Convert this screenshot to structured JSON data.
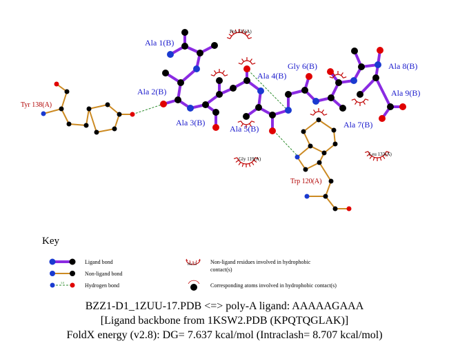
{
  "ligand_residues": [
    "Ala 1(B)",
    "Ala 2(B)",
    "Ala 3(B)",
    "Ala 4(B)",
    "Ala 5(B)",
    "Gly 6(B)",
    "Ala 7(B)",
    "Ala 8(B)",
    "Ala 9(B)"
  ],
  "contact_residues": [
    "Tyr 138(A)",
    "Trp 120(A)"
  ],
  "hydrophobic_residues": [
    "Pro 135(A)",
    "Gly 119(A)",
    "Leu 133(A)"
  ],
  "colors": {
    "ligand_bond": "#8a2be2",
    "non_ligand_bond": "#cc8a22",
    "hydrogen_bond": "#2a8a2a",
    "carbon": "#000000",
    "nitrogen": "#1a3ad0",
    "oxygen": "#e00000",
    "hydrophobic_arc": "#c00000"
  },
  "key": {
    "title": "Key",
    "ligand_bond": "Ligand bond",
    "non_ligand_bond": "Non-ligand bond",
    "hydrogen_bond": "Hydrogen bond",
    "hbond_length": "3.0",
    "example_residue": "His 53",
    "hydrophobic_residue_line1": "Non-ligand residues involved in hydrophobic",
    "hydrophobic_residue_line2": "contact(s)",
    "hydrophobic_atom": "Corresponding atoms involved in hydrophobic contact(s)"
  },
  "caption": {
    "line1": "BZZ1-D1_1ZUU-17.PDB <=> poly-A ligand: AAAAAGAAA",
    "line2": "[Ligand backbone from 1KSW2.PDB (KPQTQGLAK)]",
    "line3": "FoldX energy (v2.8): DG= 7.637 kcal/mol (Intraclash= 8.707 kcal/mol)"
  }
}
